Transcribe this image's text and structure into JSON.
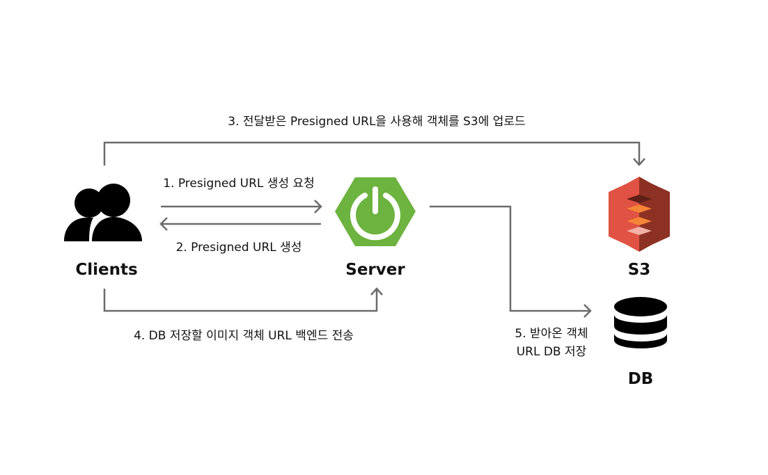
{
  "nodes": {
    "clients": {
      "label": "Clients",
      "icon": "users-icon"
    },
    "server": {
      "label": "Server",
      "icon": "spring-boot-icon",
      "color": "#6db33f"
    },
    "s3": {
      "label": "S3",
      "icon": "aws-s3-icon",
      "colors": [
        "#e05243",
        "#8c3123"
      ]
    },
    "db": {
      "label": "DB",
      "icon": "database-icon"
    }
  },
  "steps": {
    "step1": "1. Presigned URL 생성 요청",
    "step2": "2. Presigned URL 생성",
    "step3": "3. 전달받은 Presigned URL을 사용해 객체를 S3에 업로드",
    "step4": "4. DB 저장할 이미지 객체 URL 백엔드 전송",
    "step5_line1": "5. 받아온 객체",
    "step5_line2": "URL DB 저장"
  },
  "colors": {
    "arrow": "#6b6b6b",
    "text": "#111111"
  }
}
